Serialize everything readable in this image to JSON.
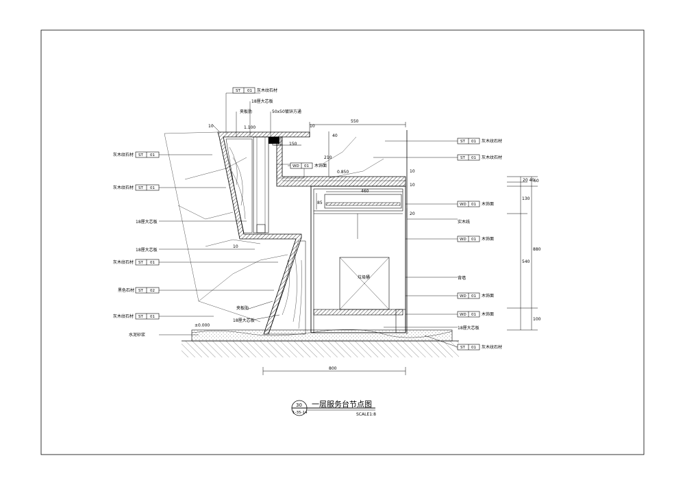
{
  "title": {
    "detail_no": "30",
    "sheet_ref": "1-35-14",
    "name": "一层服务台节点图",
    "scale": "SCALE1:8"
  },
  "labels": {
    "stone_top": "灰木纹石材",
    "splint_strip": "夹板肋",
    "blockboard_18_top": "18厘大芯板",
    "steel_tube": "50x50镀锌方通",
    "wood_veneer_upper": "木饰面",
    "garbage_bin": "垃圾桶",
    "back_wall": "背墙",
    "solid_wood_line": "实木线",
    "splint_strip_lower": "夹板肋",
    "blockboard_18_lower": "18厘大芯板",
    "cement_mortar": "水泥砂浆",
    "black_stone": "黑色石材",
    "left_stone_1": "灰木纹石材",
    "left_stone_2": "灰木纹石材",
    "left_stone_3": "灰木纹石材",
    "left_stone_4": "灰木纹石材",
    "left_blockboard_1": "18厘大芯板",
    "left_blockboard_2": "18厘大芯板",
    "right_stone_1": "灰木纹石材",
    "right_stone_2": "灰木纹石材",
    "right_stone_bottom": "灰木纹石材",
    "right_wood_1": "木饰面",
    "right_wood_2": "木饰面",
    "right_wood_3": "木饰面",
    "right_wood_4": "木饰面",
    "right_blockboard": "18厘大芯板"
  },
  "tags": {
    "st": "ST",
    "wd": "WD",
    "n01": "01",
    "n02": "02"
  },
  "dimensions": {
    "d10_a": "10",
    "d10_b": "10",
    "d10_c": "10",
    "d10_d": "10",
    "d10_e": "10",
    "d40": "40",
    "d150": "150",
    "d210": "210",
    "d550": "550",
    "d460": "460",
    "d85": "85",
    "d20": "20",
    "d800": "800",
    "d60": "60",
    "d20_40": "20 40",
    "d130": "130",
    "d540": "540",
    "d880": "880",
    "d100": "100",
    "el_1100": "1.100",
    "el_850": "0.850",
    "el_000": "±0.000"
  }
}
